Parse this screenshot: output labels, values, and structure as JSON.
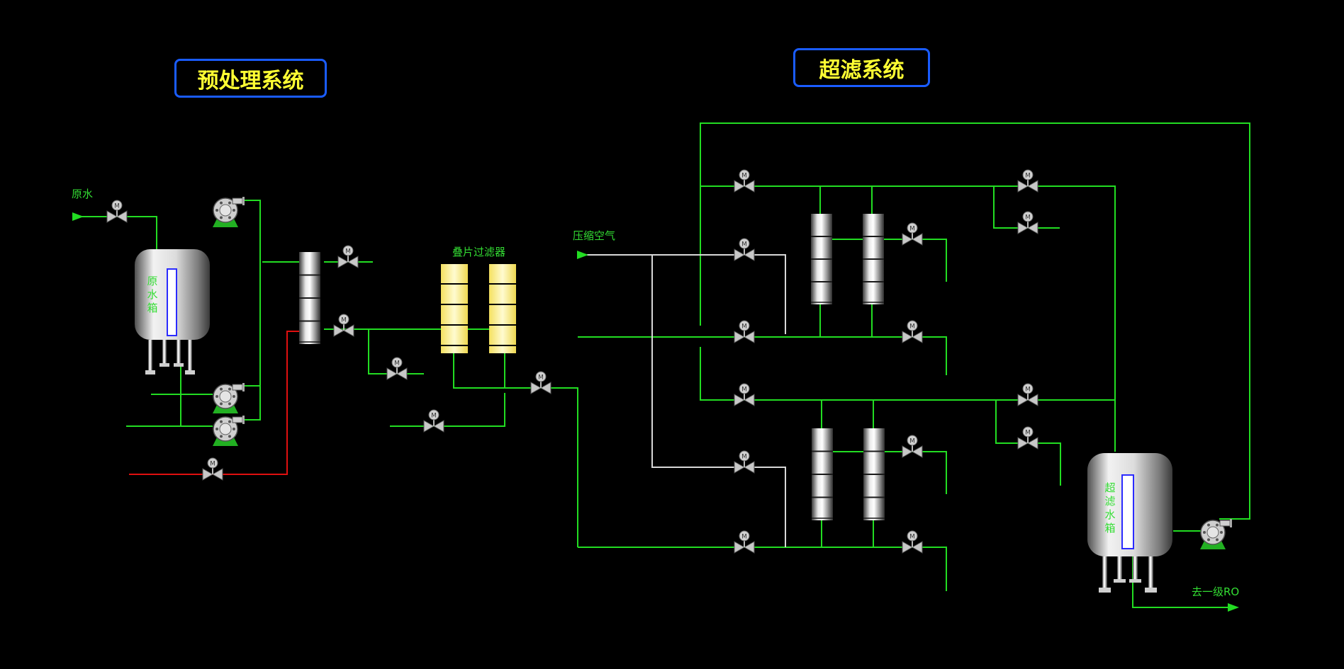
{
  "titles": {
    "pretreatment": "预处理系统",
    "ultrafiltration": "超滤系统"
  },
  "labels": {
    "raw_water": "原水",
    "raw_water_tank": "原水箱",
    "disc_filter": "叠片过滤器",
    "compressed_air": "压缩空气",
    "uf_water_tank": "超滤水箱",
    "to_first_ro": "去一级RO"
  },
  "valve_symbol": "M",
  "colors": {
    "background": "#000000",
    "process_line": "#22dd22",
    "air_line": "#d8d8d8",
    "red_line": "#e01010",
    "title_border": "#1a5cff",
    "title_text": "#ffff33",
    "filter_yellow": "#fffaa0"
  }
}
